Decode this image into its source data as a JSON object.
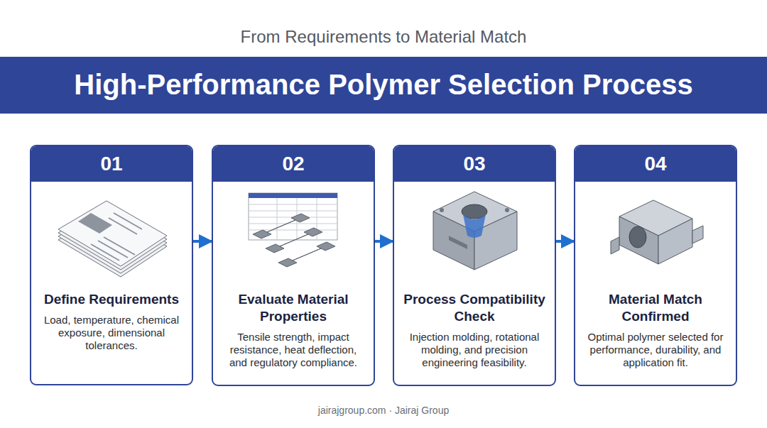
{
  "diagram": {
    "title": "High-Performance Polymer Selection Process",
    "caption": "jairajgroup.com · Jairaj Group",
    "nodes": [
      {
        "text": [
          "01",
          "Define Requirements",
          "Load, temperature, chemical exposure, dimensional tolerances."
        ]
      },
      {
        "text": [
          "02",
          "Evaluate Material Properties",
          "Tensile strength, impact resistance, heat deflection, and regulatory compliance."
        ]
      },
      {
        "text": [
          "03",
          "Process Compatibility Check",
          "Injection molding, rotational molding, and precision engineering feasibility."
        ]
      },
      {
        "text": [
          "04",
          "Material Match Confirmed",
          "Optimal polymer selected for performance, durability, and application fit."
        ]
      }
    ],
    "edges": [
      {
        "from": 0,
        "to": 1,
        "arrow": "to"
      },
      {
        "from": 1,
        "to": 2,
        "arrow": "to"
      },
      {
        "from": 2,
        "to": 3,
        "arrow": "to"
      }
    ],
    "labels": [
      "From Requirements to Material Match"
    ]
  }
}
